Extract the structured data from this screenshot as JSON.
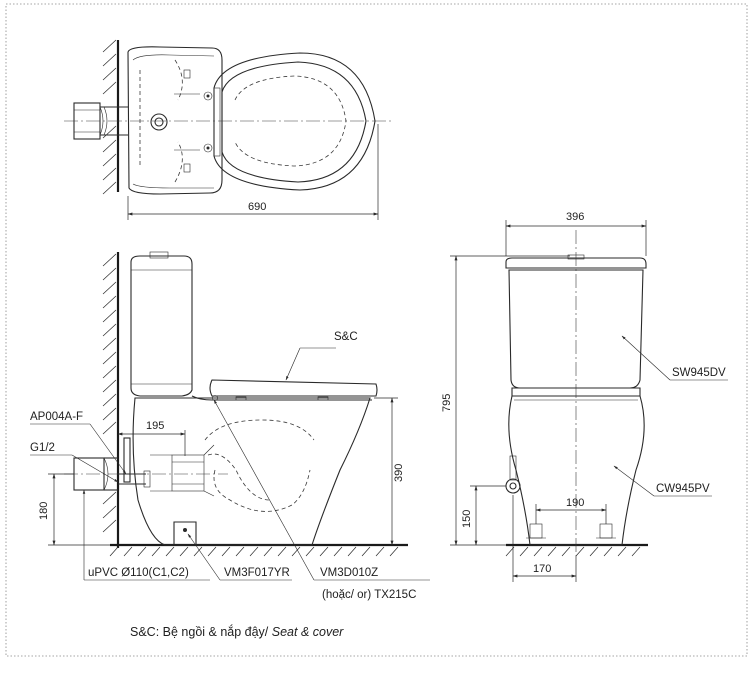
{
  "dimensions": {
    "top_length": "690",
    "side_depth": "195",
    "side_seat_height": "390",
    "side_inlet_height": "180",
    "front_width": "396",
    "front_height": "795",
    "front_inlet_height": "150",
    "front_bolt_spacing": "190",
    "front_inlet_offset": "170"
  },
  "labels": {
    "seat_cover_code": "S&C",
    "angle_valve": "AP004A-F",
    "supply_thread": "G1/2",
    "drain_pipe": "uPVC Ø110(C1,C2)",
    "flange": "VM3F017YR",
    "seat_model": "VM3D010Z",
    "seat_alt": "(hoặc/ or) TX215C",
    "tank": "SW945DV",
    "bowl": "CW945PV"
  },
  "footnote": {
    "text_vi": "S&C: Bệ ngồi & nắp đậy/ ",
    "text_en": "Seat & cover"
  }
}
